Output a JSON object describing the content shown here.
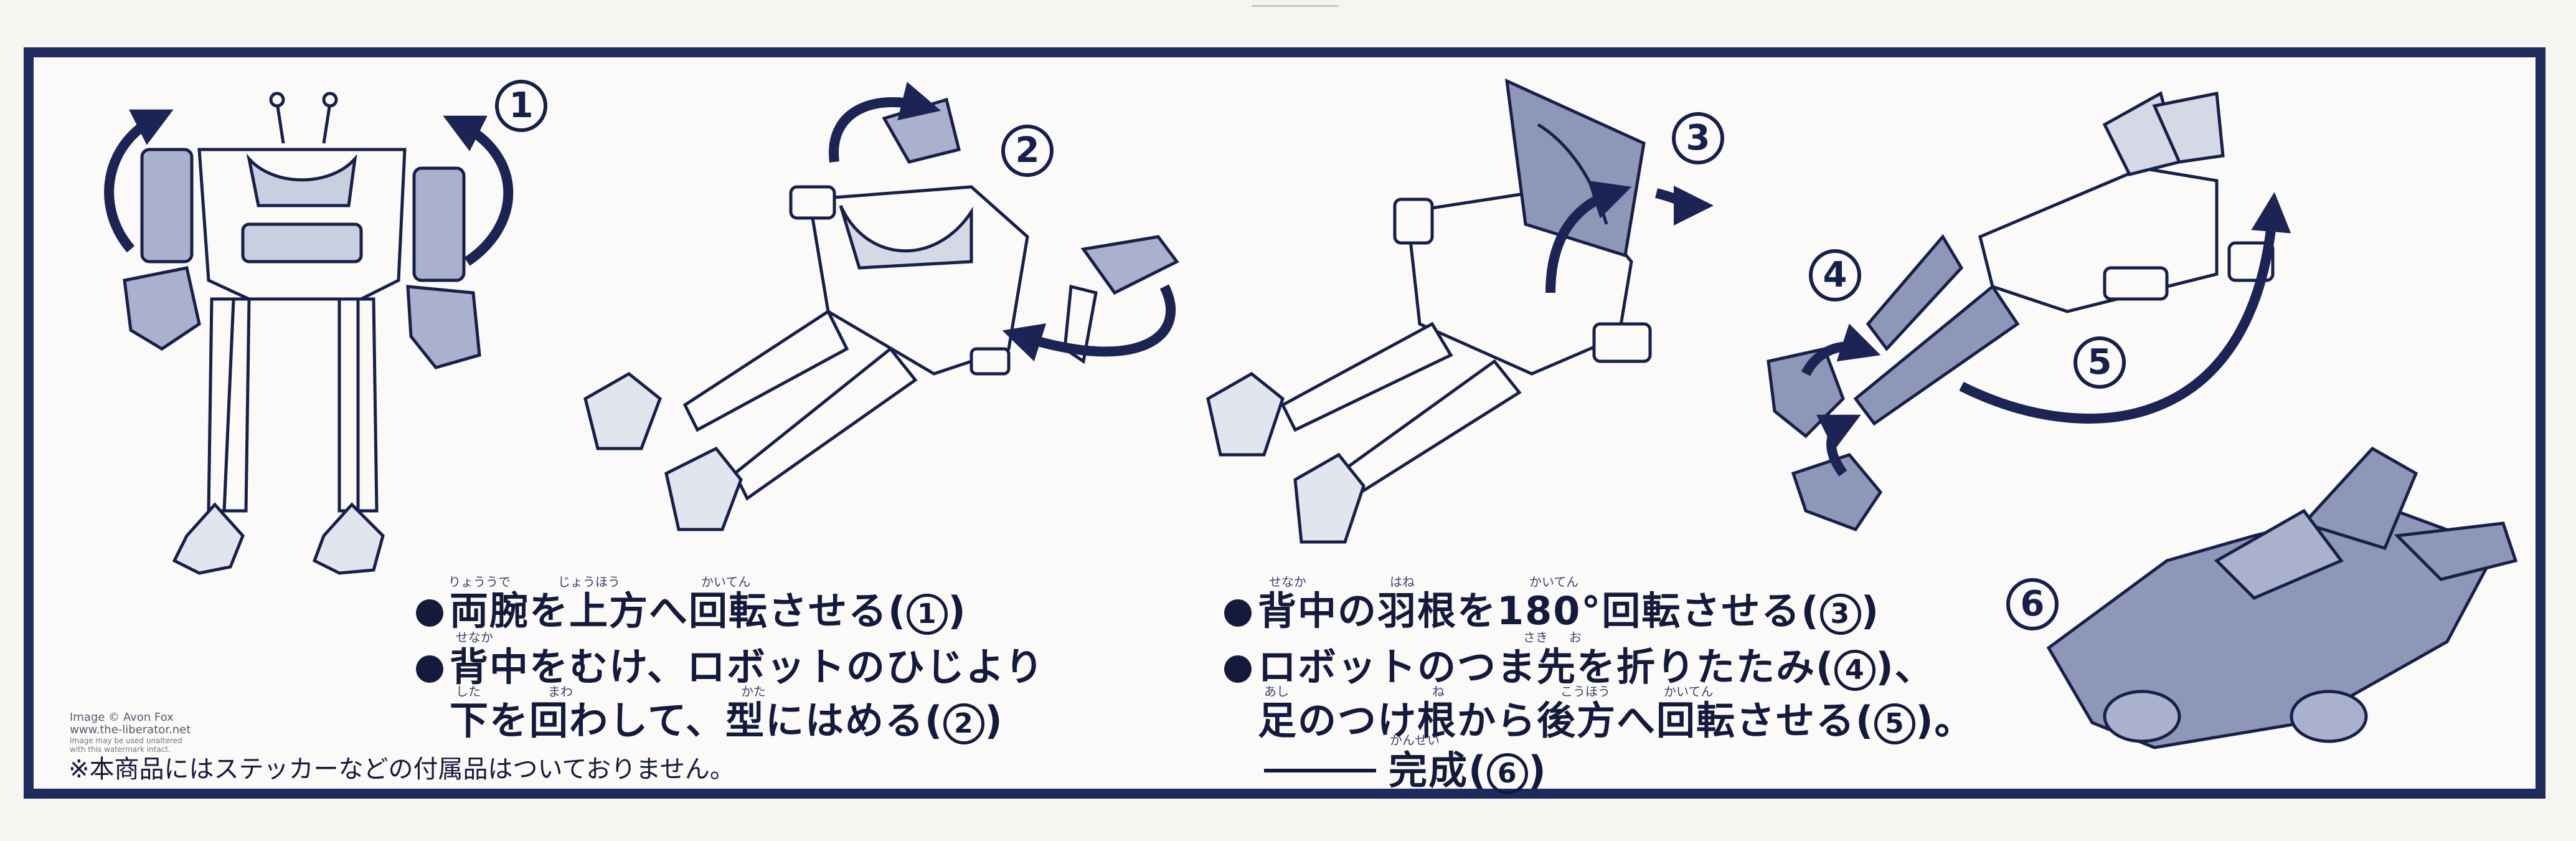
{
  "steps": {
    "s1": "1",
    "s2": "2",
    "s3": "3",
    "s4": "4",
    "s5": "5",
    "s6": "6"
  },
  "instructions_left": {
    "line1_text": "両腕を上方へ回転させる(",
    "line1_ref": "1",
    "line1_end": ")",
    "line2_text": "背中をむけ、ロボットのひじより",
    "line3_text": "下を回わして、型にはめる(",
    "line3_ref": "2",
    "line3_end": ")",
    "ruby1": "りょううで",
    "ruby2": "じょうほう",
    "ruby3": "かいてん",
    "ruby4": "せなか",
    "ruby5": "した",
    "ruby6": "まわ",
    "ruby7": "かた"
  },
  "instructions_right": {
    "line1_text": "背中の羽根を180°回転させる(",
    "line1_ref": "3",
    "line1_end": ")",
    "line2_text": "ロボットのつま先を折りたたみ(",
    "line2_ref": "4",
    "line2_end": ")、",
    "line3_text": "足のつけ根から後方へ回転させる(",
    "line3_ref": "5",
    "line3_end": ")。",
    "line4_text": "完成(",
    "line4_ref": "6",
    "line4_end": ")",
    "ruby1": "せなか",
    "ruby2": "はね",
    "ruby3": "かいてん",
    "ruby4": "さき",
    "ruby5": "お",
    "ruby6": "あし",
    "ruby7": "ね",
    "ruby8": "こうほう",
    "ruby9": "かいてん",
    "ruby10": "かんせい"
  },
  "credit": {
    "line1": "Image © Avon Fox",
    "line2": "www.the-liberator.net",
    "line3": "Image may be used unaltered",
    "line4": "with this watermark intact."
  },
  "footnote": "※本商品にはステッカーなどの付属品はついておりません。",
  "colors": {
    "ink": "#16204a",
    "frame": "#1f2a5e",
    "shade": "#8e97b8",
    "paper": "#fbfaf8"
  }
}
